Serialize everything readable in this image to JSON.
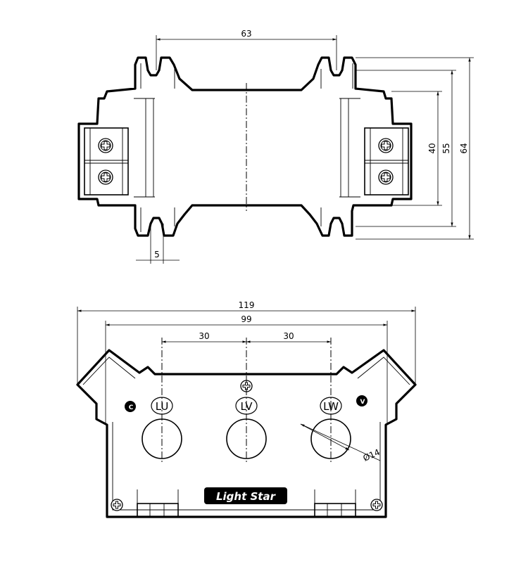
{
  "top_view": {
    "dimensions": {
      "width_between_slots": "63",
      "slot_width": "5",
      "height_inner": "40",
      "height_mid": "55",
      "height_overall": "64"
    }
  },
  "front_view": {
    "dimensions": {
      "overall_width": "119",
      "body_width": "99",
      "pitch_left": "30",
      "pitch_right": "30",
      "hole_diameter": "Ø14"
    },
    "phase_labels": {
      "u": "LU",
      "v": "LV",
      "w": "LW"
    },
    "small_markers": {
      "left": "C",
      "right": "V"
    },
    "brand_logo": "Light Star"
  }
}
